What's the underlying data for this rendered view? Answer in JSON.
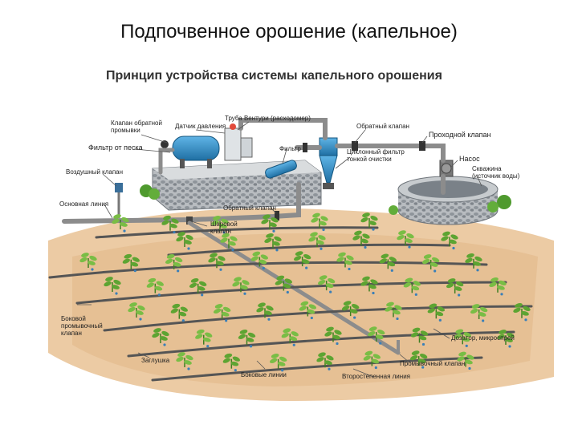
{
  "slide_title": "Подпочвенное орошение (капельное)",
  "diagram_title": "Принцип устройства системы капельного орошения",
  "labels": {
    "check_valve_flush": [
      "Клапан обратной",
      "промывки"
    ],
    "pressure_sensor": "Датчик давления",
    "venturi": "Труба Вентури (расходомер)",
    "check_valve_top": "Обратный клапан",
    "through_valve": "Проходной клапан",
    "sand_filter": "Фильтр от песка",
    "filter": "Фильтр",
    "cyclone_filter": [
      "Циклонный фильтр",
      "тонкой очистки"
    ],
    "pump": "Насос",
    "well": [
      "Скважина",
      "(источник воды)"
    ],
    "air_valve": "Воздушный клапан",
    "main_line": "Основная линия",
    "check_valve_lower": "Обратный клапан",
    "ball_valve": [
      "Шаровой",
      "клапан"
    ],
    "side_flush_valve": [
      "Боковой",
      "промывочный",
      "клапан"
    ],
    "dispenser": "Дозатор, микроспрей",
    "plug": "Заглушка",
    "flush_valve": "Промывочный клапан",
    "lateral_lines": "Боковые линии",
    "secondary_line": "Второстепенная линия"
  },
  "colors": {
    "pipe": "#8c8c8c",
    "tank": "#2f8fc9",
    "soil": "#e8c39a",
    "plant": "#5da432",
    "stone": "#9aa0a6"
  }
}
